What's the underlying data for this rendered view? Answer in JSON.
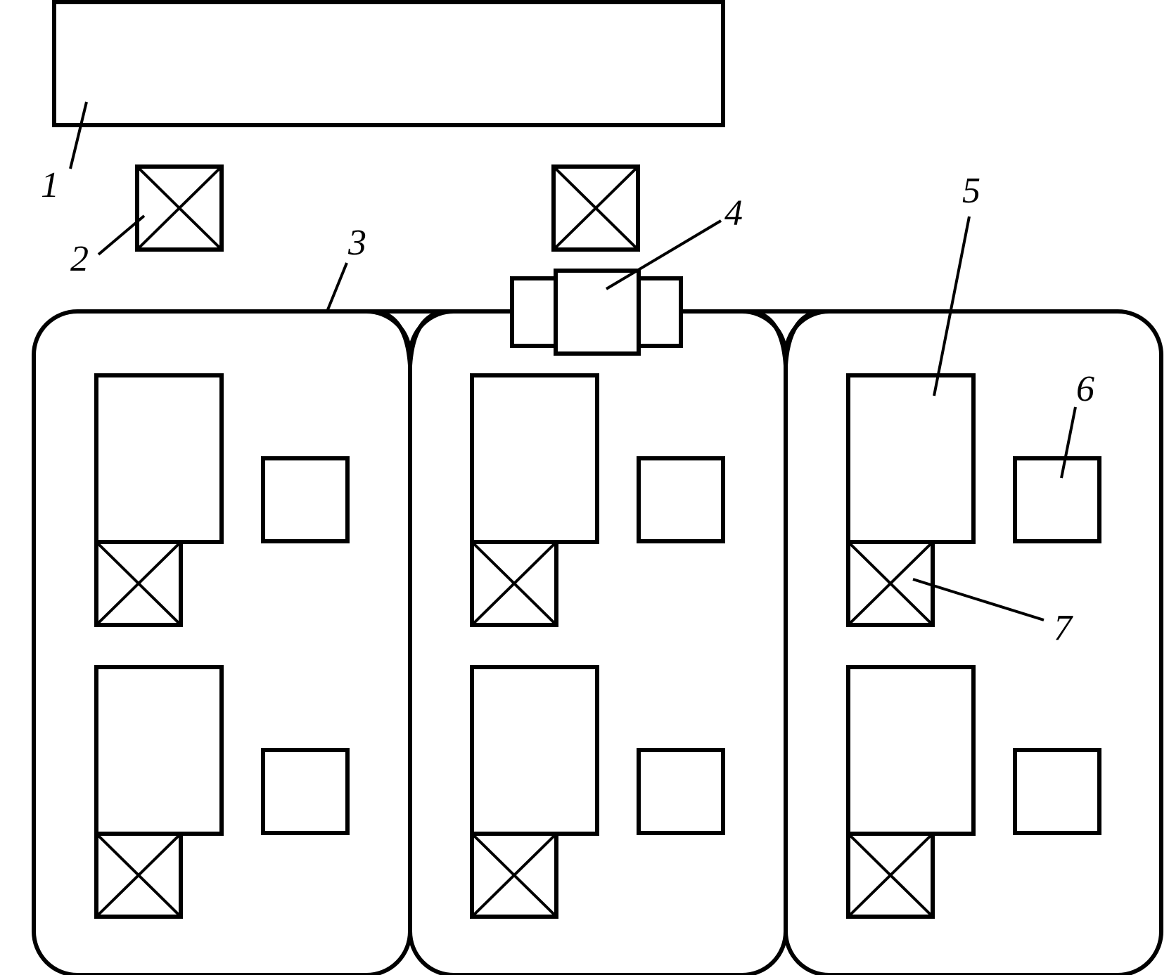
{
  "labels": {
    "n1": "1",
    "n2": "2",
    "n3": "3",
    "n4": "4",
    "n5": "5",
    "n6": "6",
    "n7": "7"
  },
  "icons": {
    "crossed_box": "crossed-box-icon"
  },
  "colors": {
    "stroke": "#000000",
    "background": "#ffffff"
  }
}
